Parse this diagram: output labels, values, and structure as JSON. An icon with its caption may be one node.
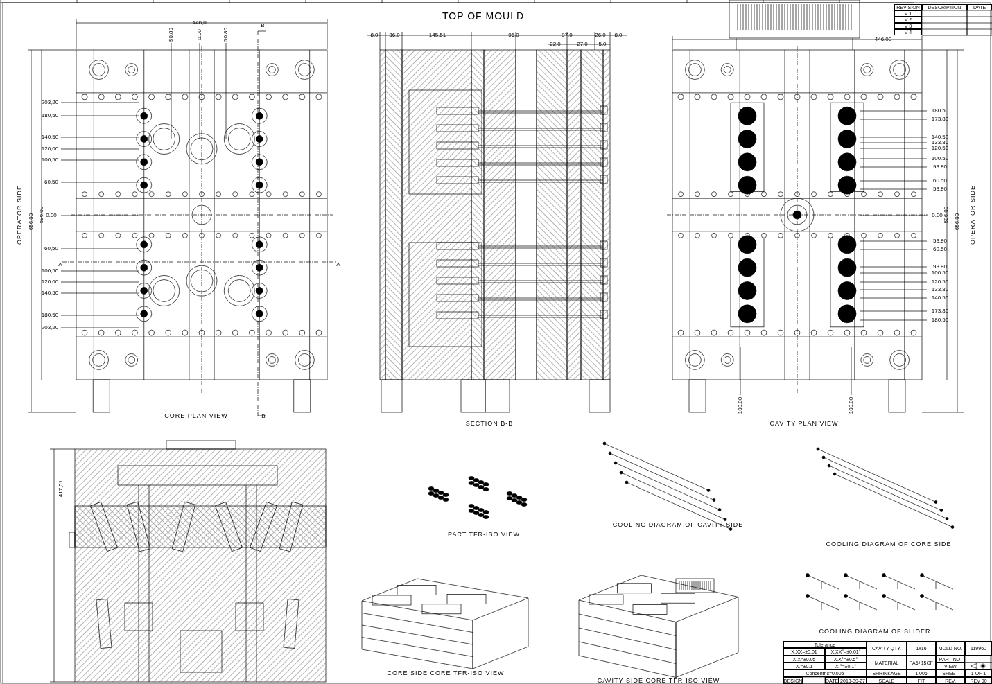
{
  "diagram": {
    "labels": [
      "446,00",
      "50.80",
      "0.00",
      "50.80",
      "B",
      "OPERATOR SIDE",
      "656.00",
      "596.00",
      "203,20",
      "180,50",
      "140,50",
      "120,00",
      "100,50",
      "60,50",
      "0.00",
      "60,50",
      "A",
      "100,50",
      "120.00",
      "140,50",
      "180,50",
      "203,20",
      "A",
      "CORE PLAN VIEW",
      "B",
      "TOP OF MOULD",
      "8,0",
      "36,0",
      "145,51",
      "96,0",
      "97,0",
      "26,0",
      "8,0",
      "22,0",
      "27,0",
      "5,0",
      "SECTION B-B",
      "446.00",
      "180.50",
      "173.80",
      "140.50",
      "133.80",
      "120.50",
      "100.50",
      "93.80",
      "60.50",
      "53.80",
      "0.00",
      "53.80",
      "60.50",
      "93.80",
      "100.50",
      "120.50",
      "133.80",
      "140.50",
      "173.80",
      "180.50",
      "596.00",
      "656.00",
      "OPERATOR SIDE",
      "100.00",
      "100.00",
      "CAVITY PLAN VIEW",
      "417,51",
      "PART TFR-ISO VIEW",
      "COOLING DIAGRAM OF CAVITY SIDE",
      "COOLING DIAGRAM OF CORE SIDE",
      "CORE SIDE CORE TFR-ISO VIEW",
      "CAVITY SIDE CORE TFR-ISO VIEW",
      "COOLING DIAGRAM OF SLIDER",
      "REVISION",
      "DESCRIPTION",
      "DATE",
      "V 1",
      "V 2",
      "V 3",
      "V 4",
      "Tolerance",
      "X.XX=±0.01",
      "X.XX°=±0.01°",
      "X.X=±0.05",
      "X.X°=±0.5°",
      "X.=±0.1",
      "X.°=±0.1°",
      "Concentric=0.005",
      "DESIGN",
      "DATE",
      "2018-09-27",
      "CAVITY QTY.",
      "1x16",
      "MOLD NO.",
      "119960",
      "MATERIAL",
      "PA6+15GF",
      "PART NO.",
      "VIEW",
      "SHRINKAGE",
      "1.006",
      "SHEET",
      "1 OF 1",
      "SCALE",
      "FIT",
      "REV.",
      "REV 00"
    ]
  }
}
